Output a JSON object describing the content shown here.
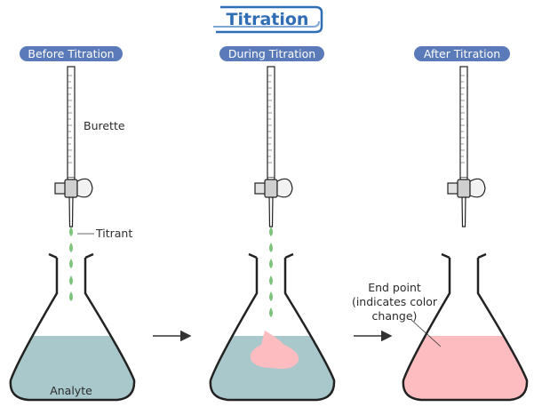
{
  "title": "Titration",
  "stages": [
    {
      "label": "Before Titration"
    },
    {
      "label": "During Titration"
    },
    {
      "label": "After Titration"
    }
  ],
  "labels": {
    "burette": "Burette",
    "titrant": "Titrant",
    "analyte": "Analyte",
    "end_point_line1": "End point",
    "end_point_line2": "(indicates color",
    "end_point_line3": "change)"
  },
  "colors": {
    "title": "#2f6db5",
    "stage_pill": "#5a7ab9",
    "analyte_liquid": "#a9c8cc",
    "endpoint_liquid": "#fcbcc0",
    "titrant_drop": "#7cc47a",
    "outline": "#222222"
  },
  "icons": [
    "burette-icon",
    "stopcock-icon",
    "flask-icon",
    "arrow-right-icon",
    "drop-icon"
  ]
}
